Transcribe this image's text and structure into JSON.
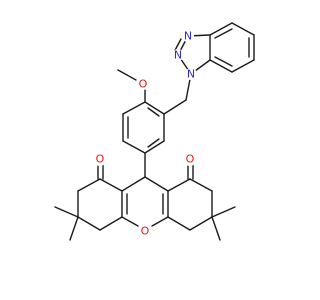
{
  "molecule": {
    "atoms": {
      "n1": "N",
      "n2": "N",
      "n3": "N",
      "o_methoxy": "O",
      "o_ketone_left": "O",
      "o_ketone_right": "O",
      "o_ring": "O"
    },
    "colors": {
      "bond": "#1a1a1a",
      "nitrogen": "#2b2bd0",
      "oxygen": "#e01818",
      "background": "#ffffff"
    }
  }
}
